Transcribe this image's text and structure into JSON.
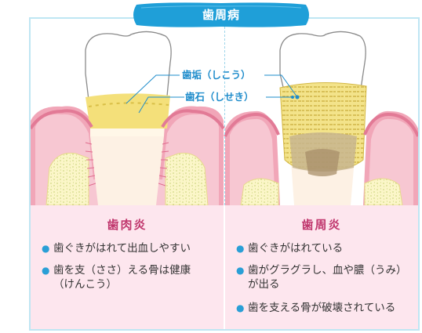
{
  "title": "歯周病",
  "callouts": {
    "plaque": "歯垢（しこう）",
    "tartar": "歯石（しせき）"
  },
  "left_panel": {
    "heading": "歯肉炎",
    "items": [
      "歯ぐきがはれて出血しやすい",
      "歯を支（ささ）える骨は健康\n（けんこう）"
    ]
  },
  "right_panel": {
    "heading": "歯周炎",
    "items": [
      "歯ぐきがはれている",
      "歯がグラグラし、血や膿（うみ）\nが出る",
      "歯を支える骨が破壊されている"
    ]
  }
}
